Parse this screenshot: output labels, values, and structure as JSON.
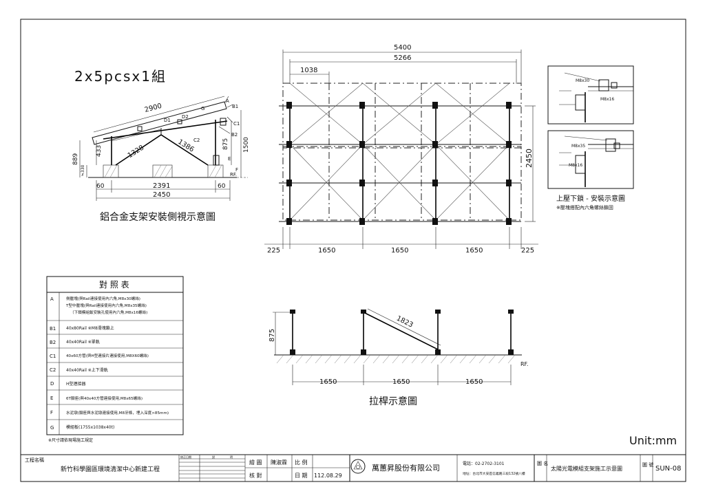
{
  "subtitle": "2x5pcsx1組",
  "side_view": {
    "title": "鋁合金支架安裝側視示意圖",
    "dims": [
      "2900",
      "1328",
      "1386",
      "889",
      "433",
      "875",
      "1500",
      "2391",
      "2450",
      "60",
      "60",
      "≒330",
      "RF."
    ],
    "labels": [
      "A",
      "B1",
      "C1",
      "B2",
      "D1",
      "D2",
      "G",
      "C2",
      "E",
      "F"
    ]
  },
  "plan_view": {
    "dims_top": [
      "5400",
      "5266",
      "1038"
    ],
    "dim_right": "2450",
    "dims_bottom": [
      "225",
      "1650",
      "1650",
      "1650",
      "225"
    ]
  },
  "clamp_detail": {
    "title": "上壓下鎖 - 安裝示意圖",
    "note": "※壓塊搭配內六角螺絲鎖固",
    "callouts": [
      "M8x30",
      "M8x16",
      "M8x35",
      "M8x16"
    ]
  },
  "reference_table": {
    "title": "對 照 表",
    "rows": [
      {
        "code": "A",
        "lines": [
          "側壓塊(與Rail連接使用內六角,M8x30螺絲)",
          "T型中壓塊(與Rail連接使用內六角,M8x35螺絲)",
          "（下鎖模組鈑安裝孔使用內六角,M8x16螺絲)"
        ]
      },
      {
        "code": "B1",
        "lines": [
          "40x80Rail ※M8滑塊鎖上"
        ]
      },
      {
        "code": "B2",
        "lines": [
          "40x40Rail ※單軌"
        ]
      },
      {
        "code": "C1",
        "lines": [
          "40x60方管(與H型連接片連接使用,M8X60螺絲)"
        ]
      },
      {
        "code": "C2",
        "lines": [
          "40x40Rail ※上下滑軌"
        ]
      },
      {
        "code": "D",
        "lines": [
          "H型連接器"
        ]
      },
      {
        "code": "E",
        "lines": [
          "6T腳座(與40x40方管連接使用,M8x65螺絲)"
        ]
      },
      {
        "code": "F",
        "lines": [
          "水泥墩(腳座與水泥墩連接使用,M8牙條，埋入深度>85mm)"
        ]
      },
      {
        "code": "G",
        "lines": [
          "模組板(1755x1038x40t)"
        ]
      }
    ],
    "note": "※尺寸請依現場施工規定"
  },
  "rod_view": {
    "title": "拉桿示意圖",
    "dims": [
      "875",
      "1823",
      "1650",
      "1650",
      "1650",
      "RF."
    ]
  },
  "unit": "Unit:mm",
  "title_block": {
    "project_label": "工程名稱",
    "project_name": "新竹科學園區環境清潔中心新建工程",
    "revision_headers": [
      "修正日期",
      "說",
      "明"
    ],
    "drawn_label": "繪 圖",
    "drawn_by": "陳淑霖",
    "checked_label": "核 對",
    "scale_label": "比 例",
    "date_label": "日 期",
    "date": "112.08.29",
    "company": "萬蕙昇股份有限公司",
    "phone": "電話：02-2702-3101",
    "address": "地址：台北市大安區信義路三段132號八樓",
    "drawing_label": "圖 名",
    "drawing_title": "太陽光電模組支架施工示意圖",
    "number_label": "圖 號",
    "drawing_number": "SUN-08"
  }
}
